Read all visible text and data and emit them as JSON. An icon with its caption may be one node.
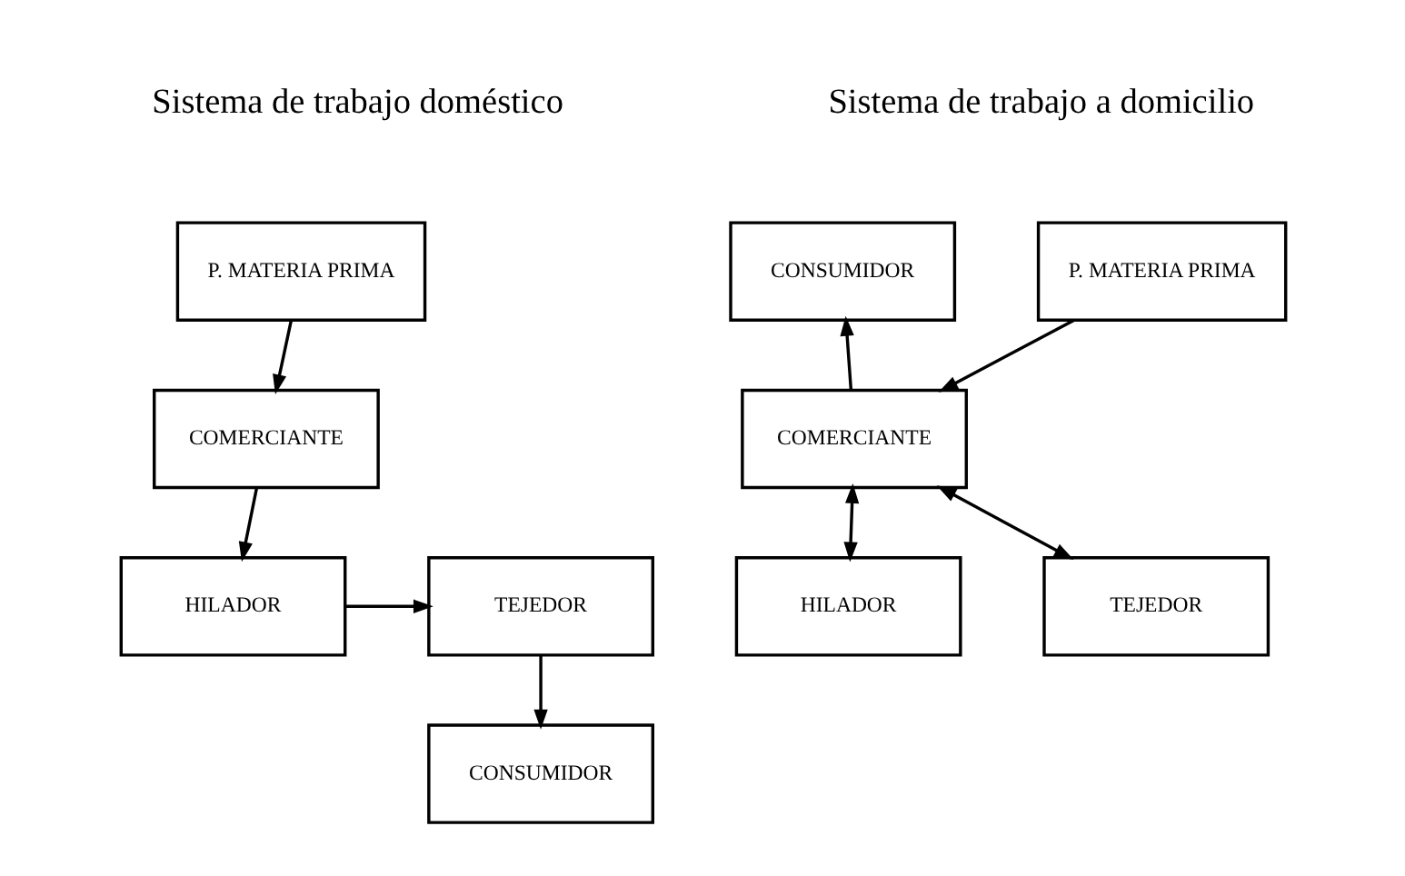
{
  "diagram": {
    "nodes": [
      {
        "text": [
          "P. MATERIA PRIMA"
        ]
      },
      {
        "text": [
          "COMERCIANTE"
        ]
      },
      {
        "text": [
          "HILADOR"
        ]
      },
      {
        "text": [
          "TEJEDOR"
        ]
      },
      {
        "text": [
          "CONSUMIDOR"
        ]
      },
      {
        "text": [
          "P. MATERIA PRIMA"
        ]
      },
      {
        "text": [
          "CONSUMIDOR"
        ]
      },
      {
        "text": [
          "COMERCIANTE"
        ]
      },
      {
        "text": [
          "HILADOR"
        ]
      },
      {
        "text": [
          "TEJEDOR"
        ]
      }
    ],
    "edges": [
      {
        "from": 0,
        "to": 1,
        "arrow": "to"
      },
      {
        "from": 1,
        "to": 2,
        "arrow": "to"
      },
      {
        "from": 2,
        "to": 3,
        "arrow": "to"
      },
      {
        "from": 3,
        "to": 4,
        "arrow": "to"
      },
      {
        "from": 5,
        "to": 7,
        "arrow": "to"
      },
      {
        "from": 7,
        "to": 6,
        "arrow": "to"
      },
      {
        "from": 7,
        "to": 8,
        "arrow": "both"
      },
      {
        "from": 7,
        "to": 9,
        "arrow": "both"
      }
    ],
    "labels": [
      "Sistema de trabajo doméstico",
      "Sistema de trabajo a domicilio"
    ]
  }
}
